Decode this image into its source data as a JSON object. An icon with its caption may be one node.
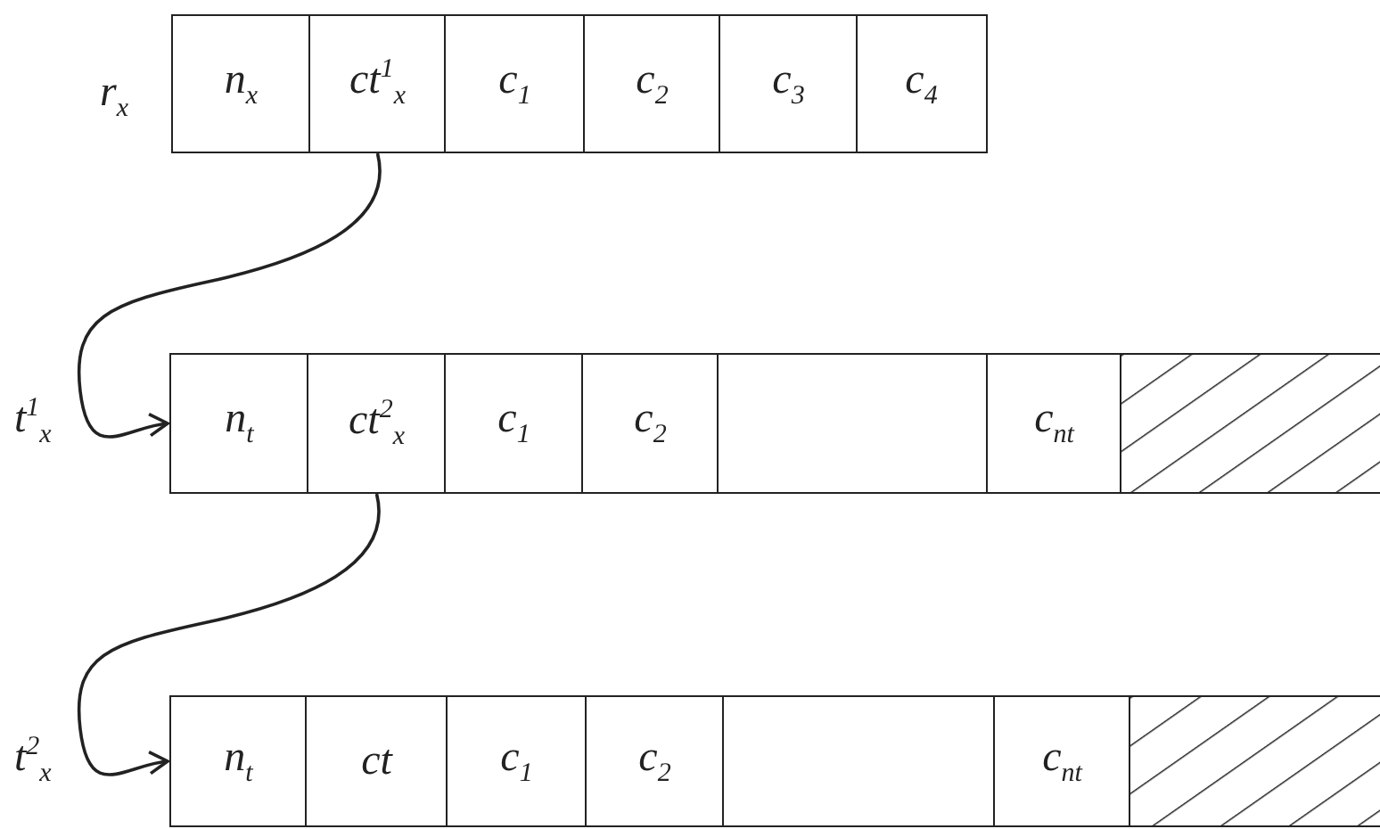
{
  "diagram": {
    "nodes": [
      {
        "text": [
          "n$_{x}$"
        ]
      },
      {
        "text": [
          "ct$^{1}$$_{x}$"
        ]
      },
      {
        "text": [
          "c$_{1}$"
        ]
      },
      {
        "text": [
          "c$_{2}$"
        ]
      },
      {
        "text": [
          "c$_{3}$"
        ]
      },
      {
        "text": [
          "c$_{4}$"
        ]
      },
      {
        "text": [
          "n$_{t}$"
        ]
      },
      {
        "text": [
          "ct$^{2}$$_{x}$"
        ]
      },
      {
        "text": [
          "c$_{1}$"
        ]
      },
      {
        "text": [
          "c$_{2}$"
        ]
      },
      {
        "text": [],
        "shape": "box"
      },
      {
        "text": [
          "c$_{nt}$"
        ]
      },
      {
        "text": [],
        "shape": "hatched"
      },
      {
        "text": [
          "n$_{t}$"
        ]
      },
      {
        "text": [
          "ct"
        ]
      },
      {
        "text": [
          "c$_{1}$"
        ]
      },
      {
        "text": [
          "c$_{2}$"
        ]
      },
      {
        "text": [],
        "shape": "box"
      },
      {
        "text": [
          "c$_{nt}$"
        ]
      },
      {
        "text": [],
        "shape": "hatched"
      }
    ],
    "edges": [
      {
        "from": 1,
        "to": 6,
        "arrow": "to"
      },
      {
        "from": 7,
        "to": 13,
        "arrow": "to"
      }
    ],
    "labels": [
      "r$_{x}$",
      "t$^{1}$$_{x}$",
      "t$^{2}$$_{x}$"
    ]
  }
}
